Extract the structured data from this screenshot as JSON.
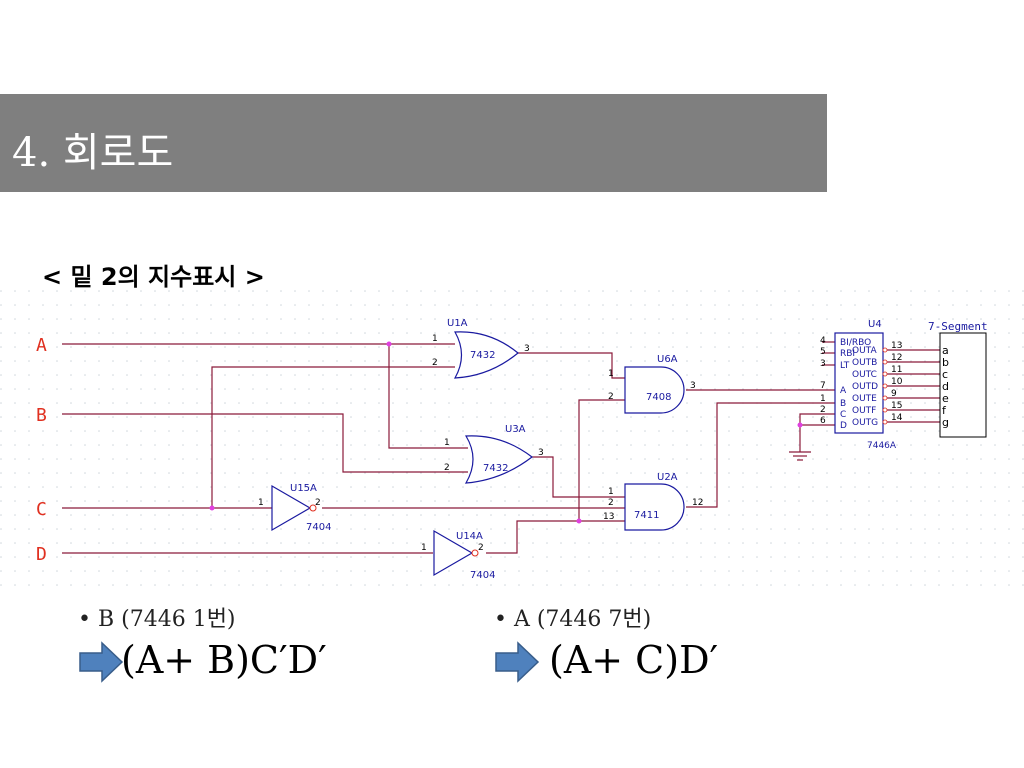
{
  "slide": {
    "title": "4. 회로도",
    "subtitle": "< 밑 2의 지수표시 >"
  },
  "circuit": {
    "inputs": [
      "A",
      "B",
      "C",
      "D"
    ],
    "gates": {
      "u1a": {
        "ref": "U1A",
        "part": "7432",
        "pins": [
          "1",
          "2",
          "3"
        ]
      },
      "u3a": {
        "ref": "U3A",
        "part": "7432",
        "pins": [
          "1",
          "2",
          "3"
        ]
      },
      "u6a": {
        "ref": "U6A",
        "part": "7408",
        "pins": [
          "1",
          "2",
          "3"
        ]
      },
      "u2a": {
        "ref": "U2A",
        "part": "7411",
        "pins": [
          "1",
          "2",
          "13",
          "12"
        ]
      },
      "u15a": {
        "ref": "U15A",
        "part": "7404",
        "pins": [
          "1",
          "2"
        ]
      },
      "u14a": {
        "ref": "U14A",
        "part": "7404",
        "pins": [
          "1",
          "2"
        ]
      }
    },
    "decoder": {
      "ref": "U4",
      "part": "7446A",
      "left_pins": [
        "4",
        "5",
        "3",
        "7",
        "1",
        "2",
        "6"
      ],
      "left_labels": [
        "BI/RBO",
        "RBI",
        "LT",
        "A",
        "B",
        "C",
        "D"
      ],
      "right_labels": [
        "OUTA",
        "OUTB",
        "OUTC",
        "OUTD",
        "OUTE",
        "OUTF",
        "OUTG"
      ],
      "right_pins": [
        "13",
        "12",
        "11",
        "10",
        "9",
        "15",
        "14"
      ]
    },
    "display": {
      "label": "7-Segment",
      "segments": [
        "a",
        "b",
        "c",
        "d",
        "e",
        "f",
        "g"
      ]
    }
  },
  "notes": [
    {
      "bullet": "• B (7446 1번)",
      "expression": "(A+ B)C′D′"
    },
    {
      "bullet": "• A (7446 7번)",
      "expression": "(A+ C)D′"
    }
  ],
  "colors": {
    "title_bg": "#7f7f7f",
    "wire": "#8b1a3a",
    "gate": "#1a1aa0",
    "input_label": "#e03020",
    "arrow_fill": "#4f81bd",
    "arrow_stroke": "#385d8a",
    "junction": "#e040e0"
  }
}
